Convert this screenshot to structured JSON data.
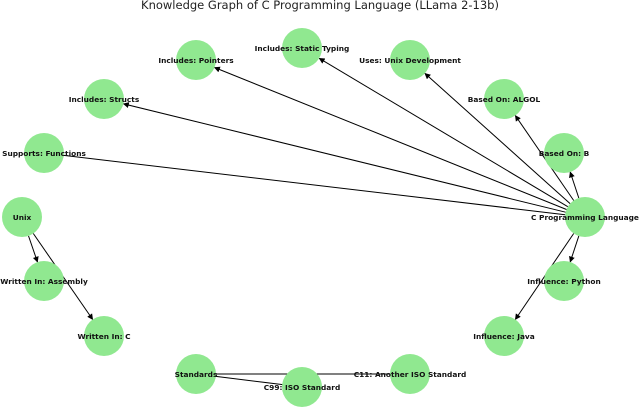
{
  "title": "Knowledge Graph of C Programming Language (LLama 2-13b)",
  "colors": {
    "node": "#90e890",
    "edge": "#000000",
    "background": "#ffffff"
  },
  "nodes": [
    {
      "id": "c",
      "label": "C Programming Language"
    },
    {
      "id": "b",
      "label": "Based On: B"
    },
    {
      "id": "algol",
      "label": "Based On: ALGOL"
    },
    {
      "id": "unixdev",
      "label": "Uses: Unix Development"
    },
    {
      "id": "static",
      "label": "Includes: Static Typing"
    },
    {
      "id": "pointers",
      "label": "Includes: Pointers"
    },
    {
      "id": "structs",
      "label": "Includes: Structs"
    },
    {
      "id": "functions",
      "label": "Supports: Functions"
    },
    {
      "id": "unix",
      "label": "Unix"
    },
    {
      "id": "assembly",
      "label": "Written In: Assembly"
    },
    {
      "id": "writtenc",
      "label": "Written In: C"
    },
    {
      "id": "standards",
      "label": "Standards"
    },
    {
      "id": "c99",
      "label": "C99: ISO Standard"
    },
    {
      "id": "c11",
      "label": "C11: Another ISO Standard"
    },
    {
      "id": "java",
      "label": "Influence: Java"
    },
    {
      "id": "python",
      "label": "Influence: Python"
    }
  ],
  "edges": [
    {
      "from": "c",
      "to": "b",
      "directed": true
    },
    {
      "from": "c",
      "to": "algol",
      "directed": true
    },
    {
      "from": "c",
      "to": "unixdev",
      "directed": true
    },
    {
      "from": "c",
      "to": "static",
      "directed": true
    },
    {
      "from": "c",
      "to": "pointers",
      "directed": true
    },
    {
      "from": "c",
      "to": "structs",
      "directed": true
    },
    {
      "from": "c",
      "to": "functions",
      "directed": false
    },
    {
      "from": "c",
      "to": "python",
      "directed": true
    },
    {
      "from": "c",
      "to": "java",
      "directed": true
    },
    {
      "from": "unix",
      "to": "assembly",
      "directed": true
    },
    {
      "from": "unix",
      "to": "writtenc",
      "directed": true
    },
    {
      "from": "standards",
      "to": "c99",
      "directed": false
    },
    {
      "from": "standards",
      "to": "c11",
      "directed": false
    }
  ]
}
